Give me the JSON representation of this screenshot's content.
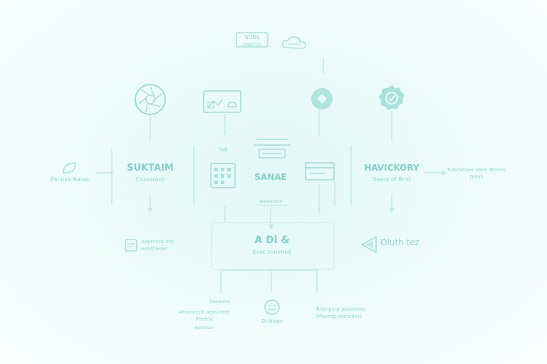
{
  "colors": {
    "line": "#bfece5",
    "icon": "#9adcd2",
    "text": "#8ed9cf",
    "strong": "#7fd2c6"
  },
  "top": {
    "logo_line1": "SUBS",
    "logo_line2": "LINESTIG"
  },
  "left": {
    "side_label": "Pennsk Naiae",
    "title": "SUKTAIM",
    "subtitle": "Cusseresk"
  },
  "center": {
    "tag": "TAR",
    "title": "SANAE",
    "footnote": "Naiesrbwa"
  },
  "right": {
    "title": "HAVICKORY",
    "subtitle": "Seerd of Bost",
    "side_label": "Rdsmelaer Meel Tenses Dolsh"
  },
  "hub": {
    "title": "A Di &",
    "subtitle": "Exet snnehee"
  },
  "row3": {
    "left_label": "Aeprnnnt ind Sessriesen",
    "right_label": "Oluth tez"
  },
  "bottom": {
    "left_top": "Seaseries",
    "left_main": "Aeonsentr oessinere Poetrst",
    "left_sub": "Bemilsen",
    "center_label": "Ol Nieps",
    "right_main": "Rdsnpeor penatene iMianng Inenuinne"
  }
}
